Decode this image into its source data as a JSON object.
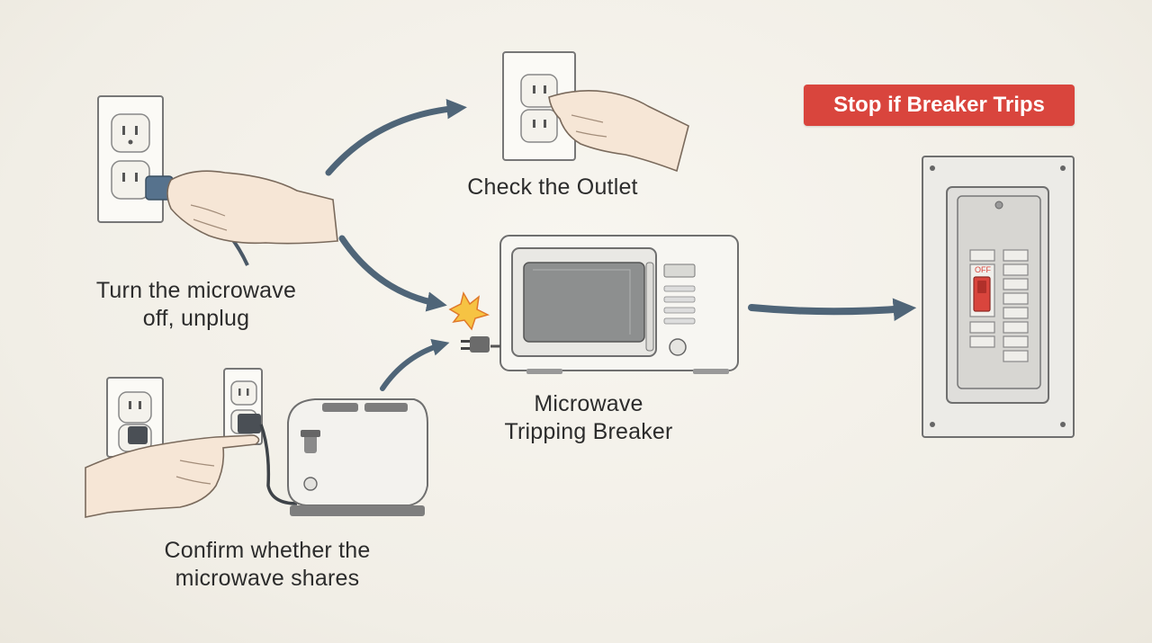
{
  "steps": {
    "unplug": {
      "line1": "Turn the microwave",
      "line2": "off, unplug"
    },
    "check_outlet": {
      "label": "Check the Outlet"
    },
    "shared_circuit": {
      "line1": "Confirm whether the",
      "line2": "microwave shares"
    },
    "center": {
      "line1": "Microwave",
      "line2": "Tripping Breaker"
    }
  },
  "warning": {
    "label": "Stop if Breaker Trips",
    "color": "#d9453d"
  },
  "breaker": {
    "switch_label": "OFF",
    "switch_state": "off"
  },
  "icons": [
    "outlet-icon",
    "plug-icon",
    "hand-icon",
    "microwave-icon",
    "spark-icon",
    "toaster-icon",
    "breaker-panel-icon",
    "arrow-icon"
  ],
  "colors": {
    "arrow": "#4f6578",
    "accent_red": "#d9453d",
    "background": "#f3f0e8"
  }
}
